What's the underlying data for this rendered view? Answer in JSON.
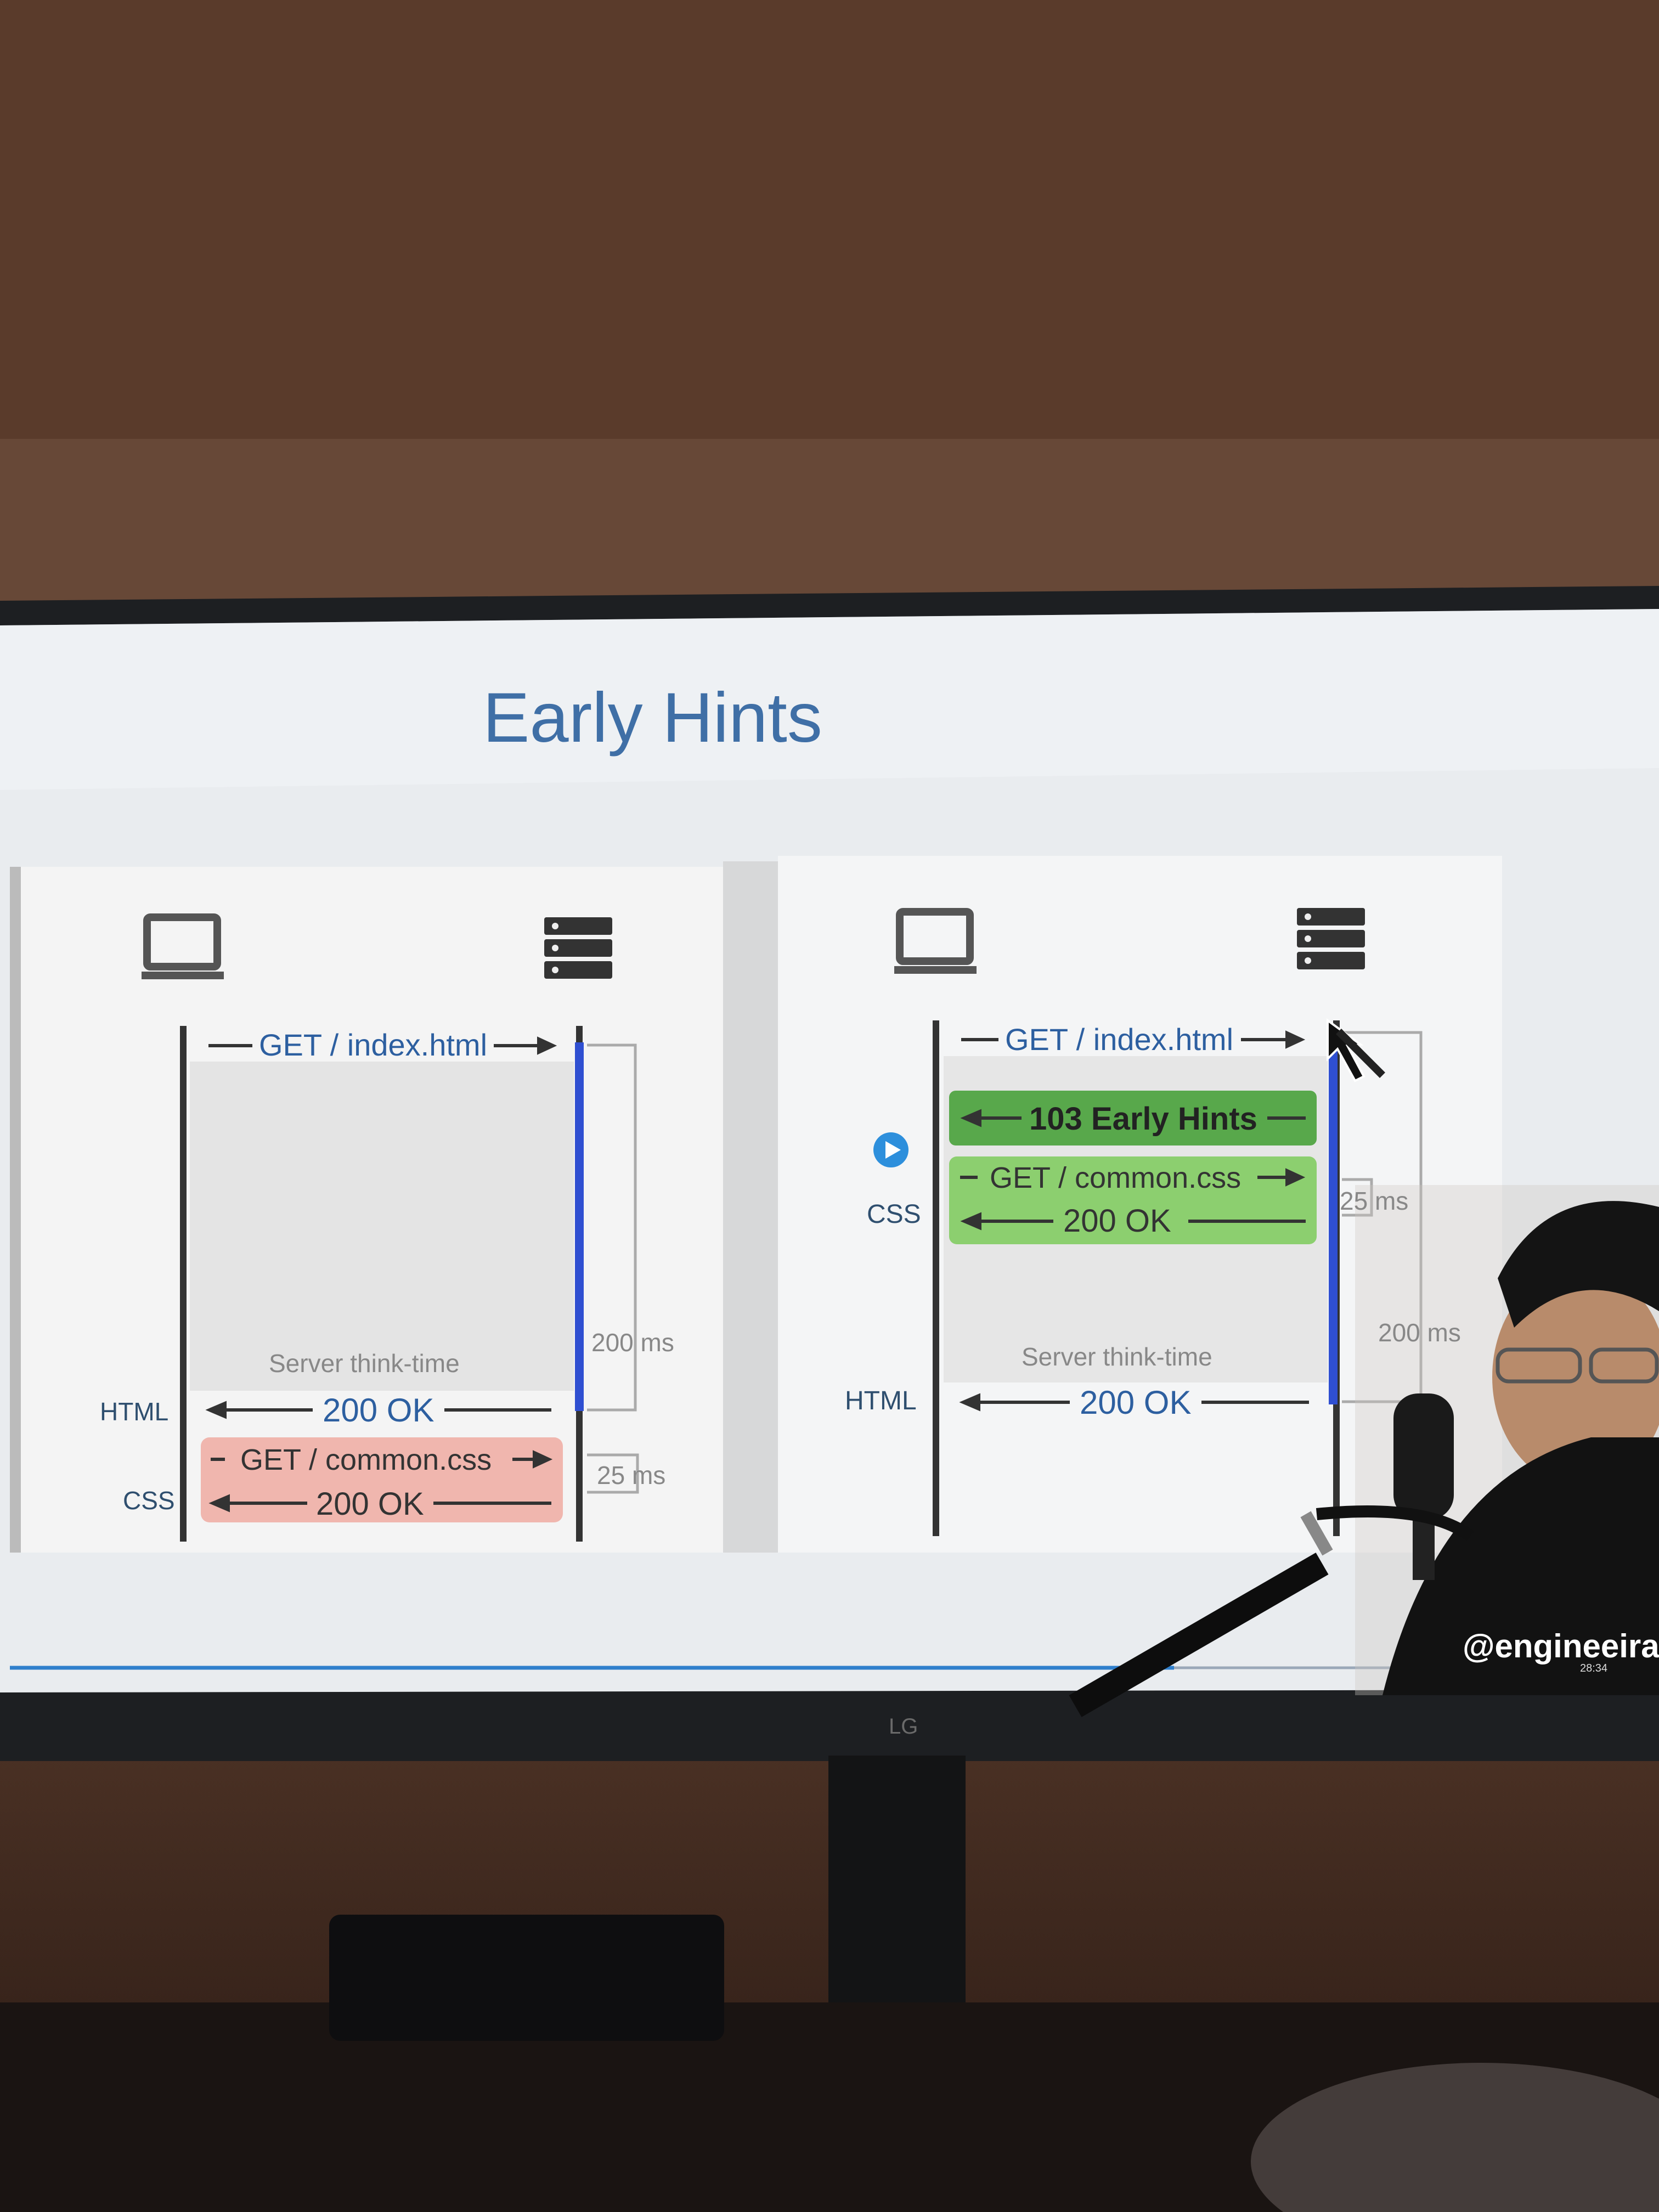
{
  "slide": {
    "title": "Early Hints",
    "left_diagram": {
      "request1": "GET / index.html",
      "think_time": "Server think-time",
      "html_label": "HTML",
      "response_html": "200 OK",
      "css_request": "GET / common.css",
      "css_label": "CSS",
      "response_css": "200 OK",
      "duration_total": "200 ms",
      "duration_css": "25 ms"
    },
    "right_diagram": {
      "request1": "GET / index.html",
      "early_hints": "103 Early Hints",
      "css_request": "GET / common.css",
      "css_label": "CSS",
      "response_css": "200 OK",
      "duration_css": "25 ms",
      "think_time": "Server think-time",
      "duration_total": "200 ms",
      "html_label": "HTML",
      "response_html": "200 OK"
    }
  },
  "overlay": {
    "handle": "@engineeira",
    "timestamp": "28:34"
  },
  "monitor": {
    "brand": "LG"
  },
  "colors": {
    "title_blue": "#3f6fa6",
    "server_blue": "#2f4fd1",
    "green_dark": "#58a84b",
    "green_light": "#8ccf6f",
    "red_light": "#f0b6ae"
  }
}
